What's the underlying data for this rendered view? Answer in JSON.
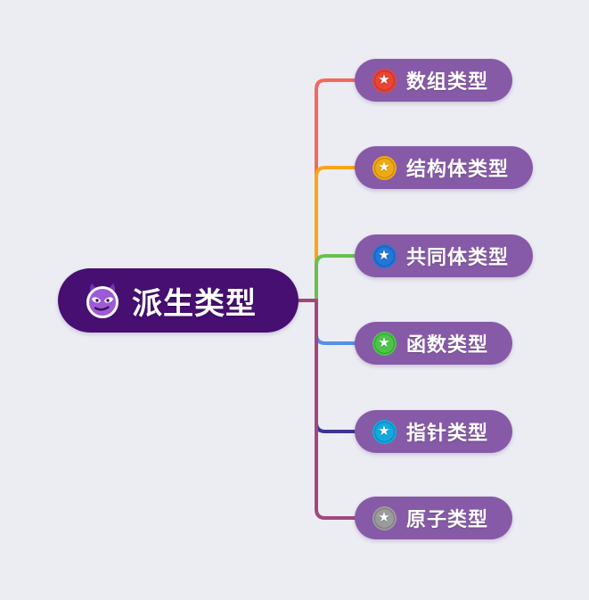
{
  "style": {
    "background": "#ecedf3",
    "child_fill": "#875aa8",
    "root_fill": "#470f72",
    "text_color": "#ffffff",
    "star_glyph": "★"
  },
  "root": {
    "label": "派生类型",
    "emoji": "devil-face",
    "fill": "#470f72"
  },
  "children": [
    {
      "label": "数组类型",
      "icon": "star-icon",
      "icon_color": "#e94435",
      "line_color": "#f2695f"
    },
    {
      "label": "结构体类型",
      "icon": "star-icon",
      "icon_color": "#f0a913",
      "line_color": "#f9a51a"
    },
    {
      "label": "共同体类型",
      "icon": "star-icon",
      "icon_color": "#2476d8",
      "line_color": "#6abf4e"
    },
    {
      "label": "函数类型",
      "icon": "star-icon",
      "icon_color": "#4cc44a",
      "line_color": "#568fe3"
    },
    {
      "label": "指针类型",
      "icon": "star-icon",
      "icon_color": "#12a9e0",
      "line_color": "#3c3494"
    },
    {
      "label": "原子类型",
      "icon": "star-icon",
      "icon_color": "#9b9b9b",
      "line_color": "#a1487e"
    }
  ]
}
